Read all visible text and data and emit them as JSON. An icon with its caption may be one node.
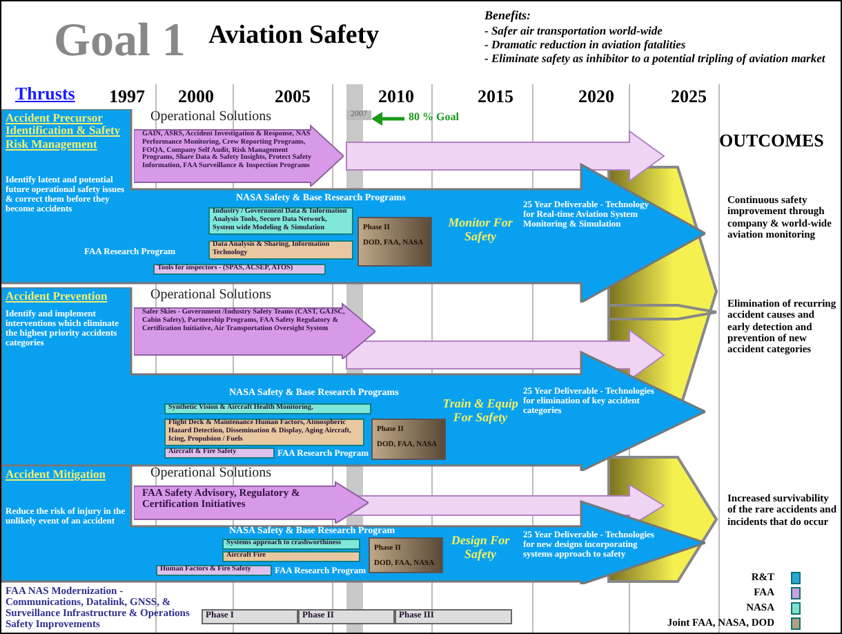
{
  "diagram": {
    "title": "Aviation Safety",
    "nodes": [
      {
        "text": [
          "Accident Precursor Identification & Safety Risk Management",
          "Identify latent and potential future operational safety issues & correct them before they become accidents",
          "NASA Safety & Base Research Programs",
          "FAA Research Program",
          "Monitor For Safety",
          "25 Year Deliverable - Technology for Real-time Aviation System Monitoring & Simulation"
        ]
      },
      {
        "text": [
          "Operational Solutions",
          "GAIN, ASRS, Accident Investigation & Response, NAS Performance Monitoring, Crew Reporting Programs, FOQA, Company Self Audit, Risk Management Programs, Share Data & Safety Insights, Protect Safety Information, FAA Surveillance & Inspection Programs"
        ],
        "in": 0
      },
      {
        "text": [
          "Industry / Government Data & Information Analysis Tools, Secure Data Network, System wide Modeling & Simulation"
        ],
        "in": 0
      },
      {
        "text": [
          "Data Analysis & Sharing, Information Technology"
        ],
        "in": 0
      },
      {
        "text": [
          "Tools for inspectors - (SPAS, ACSEP, ATOS)"
        ],
        "in": 0
      },
      {
        "text": [
          "Phase II",
          "DOD, FAA, NASA"
        ],
        "in": 0
      },
      {
        "text": [
          "Accident Prevention",
          "Identify and implement interventions which eliminate the highest priority accidents categories",
          "NASA Safety & Base Research Programs",
          "FAA Research Program",
          "Train & Equip For Safety",
          "25 Year Deliverable - Technologies for elimination of key accident categories"
        ]
      },
      {
        "text": [
          "Operational Solutions",
          "Safer Skies - Government /Industry Safety Teams (CAST, GAJSC, Cabin Safety), Partnership Programs, FAA Safety Regulatory & Certification Initiative, Air Transportation Oversight System"
        ],
        "in": 6
      },
      {
        "text": [
          "Synthetic Vision & Aircraft Health Monitoring,"
        ],
        "in": 6
      },
      {
        "text": [
          "Flight Deck & Maintenance Human Factors, Atmospheric Hazard Detection, Dissemination & Display, Aging Aircraft, Icing, Propulsion / Fuels"
        ],
        "in": 6
      },
      {
        "text": [
          "Aircraft & Fire Safety"
        ],
        "in": 6
      },
      {
        "text": [
          "Phase II",
          "DOD, FAA, NASA"
        ],
        "in": 6
      },
      {
        "text": [
          "Accident Mitigation",
          "Reduce the risk of injury in the unlikely event of an accident",
          "NASA Safety & Base Research Program",
          "FAA Research Program",
          "Design For Safety",
          "25 Year Deliverable - Technologies for new designs incorporating systems approach to safety"
        ]
      },
      {
        "text": [
          "Operational Solutions",
          "FAA Safety Advisory, Regulatory & Certification Initiatives"
        ],
        "in": 12
      },
      {
        "text": [
          "Systems approach to crashworthiness"
        ],
        "in": 12
      },
      {
        "text": [
          "Aircraft Fire"
        ],
        "in": 12
      },
      {
        "text": [
          "Human Factors & Fire Safety"
        ],
        "in": 12
      },
      {
        "text": [
          "Phase II",
          "DOD, FAA, NASA"
        ],
        "in": 12
      },
      {
        "text": [
          "Phase I"
        ]
      },
      {
        "text": [
          "Phase II"
        ]
      },
      {
        "text": [
          "Phase III"
        ]
      }
    ],
    "labels": [
      "Goal 1",
      "Benefits:",
      "- Safer air transportation world-wide",
      "- Dramatic reduction in aviation fatalities",
      "- Eliminate safety as inhibitor to a potential tripling of aviation market",
      "Thrusts",
      "1997",
      "2000",
      "2005",
      "2010",
      "2015",
      "2020",
      "2025",
      "2007",
      "80 % Goal",
      "OUTCOMES",
      "Continuous safety improvement through company & world-wide aviation monitoring",
      "Elimination of recurring accident causes and early detection and prevention of new accident categories",
      "Increased survivability of the rare accidents and incidents that do occur",
      "FAA NAS Modernization - Communications, Datalink, GNSS, & Surveillance Infrastructure & Operations Safety Improvements"
    ],
    "legend": [
      {
        "text": "R&T",
        "color": "#2aa8d8"
      },
      {
        "text": "FAA",
        "color": "#c8a2dc"
      },
      {
        "text": "NASA",
        "color": "#7fe0d0"
      },
      {
        "text": "Joint FAA, NASA, DOD",
        "color": "#b0a080"
      }
    ]
  }
}
